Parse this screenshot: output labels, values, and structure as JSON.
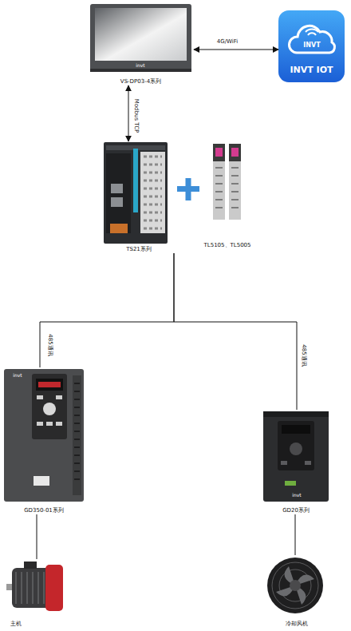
{
  "diagram": {
    "nodes": [
      {
        "text": [
          "VS-DP03-4系列"
        ]
      },
      {
        "text": [
          "INVT IOT"
        ]
      },
      {
        "text": [
          "TS21系列"
        ]
      },
      {
        "text": [
          "TL5105、TL5005"
        ]
      },
      {
        "text": [
          "GD350-01系列"
        ]
      },
      {
        "text": [
          "GD20系列"
        ]
      },
      {
        "text": [
          "主机"
        ]
      },
      {
        "text": [
          "冷却风机"
        ]
      }
    ],
    "edges": [
      {
        "from": 0,
        "to": 1,
        "arrow": "both",
        "label": "4G/WiFi"
      },
      {
        "from": 0,
        "to": 2,
        "arrow": "both",
        "label": "Modbus TCP"
      },
      {
        "from": 2,
        "to": 4,
        "arrow": "none",
        "label": "485通讯"
      },
      {
        "from": 2,
        "to": 5,
        "arrow": "none",
        "label": "485通讯"
      },
      {
        "from": 4,
        "to": 6,
        "arrow": "none"
      },
      {
        "from": 5,
        "to": 7,
        "arrow": "none"
      }
    ],
    "labels": [
      "invt",
      "INVT",
      "invt",
      "invt"
    ]
  }
}
